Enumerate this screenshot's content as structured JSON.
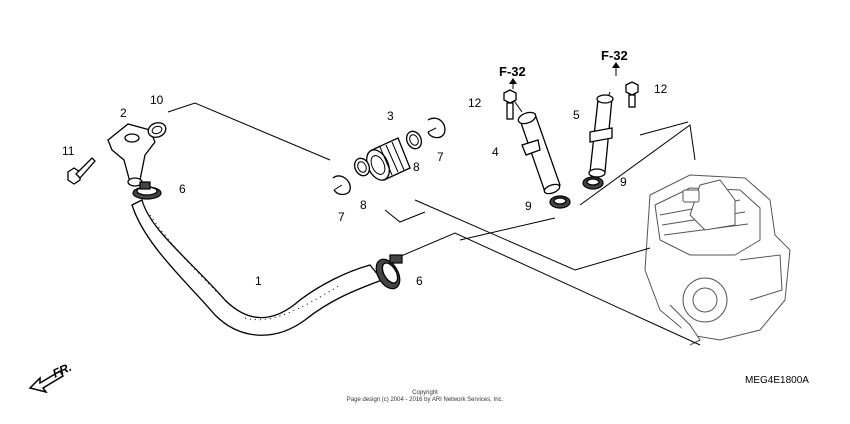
{
  "callouts": [
    {
      "id": "c1",
      "label": "1"
    },
    {
      "id": "c2",
      "label": "2"
    },
    {
      "id": "c3",
      "label": "3"
    },
    {
      "id": "c4",
      "label": "4"
    },
    {
      "id": "c5",
      "label": "5"
    },
    {
      "id": "c6a",
      "label": "6"
    },
    {
      "id": "c6b",
      "label": "6"
    },
    {
      "id": "c7a",
      "label": "7"
    },
    {
      "id": "c7b",
      "label": "7"
    },
    {
      "id": "c8a",
      "label": "8"
    },
    {
      "id": "c8b",
      "label": "8"
    },
    {
      "id": "c9a",
      "label": "9"
    },
    {
      "id": "c9b",
      "label": "9"
    },
    {
      "id": "c10",
      "label": "10"
    },
    {
      "id": "c11",
      "label": "11"
    },
    {
      "id": "c12a",
      "label": "12"
    },
    {
      "id": "c12b",
      "label": "12"
    }
  ],
  "references": [
    {
      "id": "ref-a",
      "label": "F-32"
    },
    {
      "id": "ref-b",
      "label": "F-32"
    }
  ],
  "front_indicator": "FR.",
  "diagram_code": "MEG4E1800A",
  "copyright": {
    "line1": "Copyright",
    "line2": "Page design (c) 2004 - 2016 by ARI Network Services, Inc."
  }
}
